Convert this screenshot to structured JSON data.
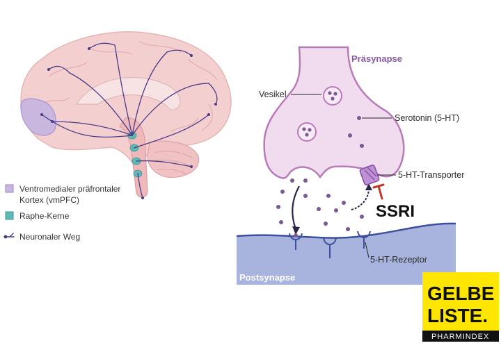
{
  "legend": {
    "vmpfc_line1": "Ventromedialer präfrontaler",
    "vmpfc_line2": "Kortex (vmPFC)",
    "raphe": "Raphe-Kerne",
    "pathway": "Neuronaler Weg"
  },
  "synapse": {
    "presynapse": "Präsynapse",
    "postsynapse": "Postsynapse",
    "vesicle": "Vesikel",
    "serotonin": "Serotonin (5-HT)",
    "transporter": "5-HT-Transporter",
    "ssri": "SSRI",
    "receptor": "5-HT-Rezeptor"
  },
  "logo": {
    "line1": "GELBE",
    "line2": "LISTE.",
    "sub": "PHARMINDEX"
  },
  "colors": {
    "brain": "#f4cfcf",
    "vmpfc": "#c7b6e0",
    "raphe": "#5fb8b4",
    "pathway": "#4a3a86",
    "presynapse_fill": "#f1dcef",
    "presynapse_stroke": "#b77bb8",
    "postsynapse_fill": "#a8b4de",
    "postsynapse_stroke": "#3d4f9a",
    "serotonin": "#7a5a92",
    "ssri_inhibitor": "#c0392b",
    "logo_yellow": "#ffe600"
  }
}
